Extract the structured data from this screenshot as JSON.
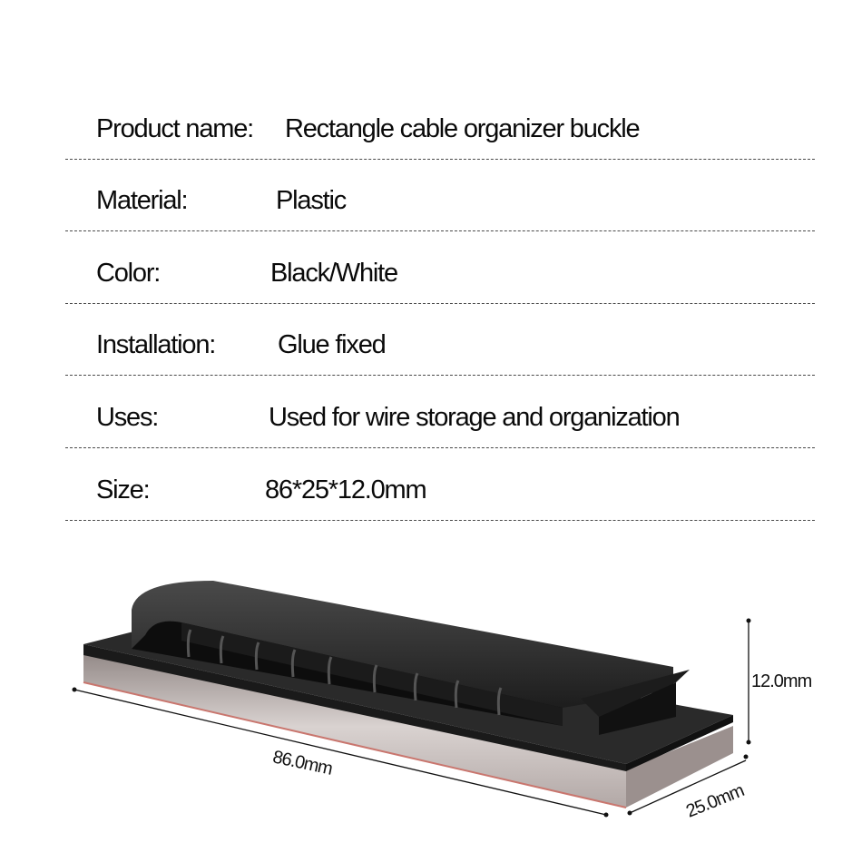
{
  "specs": [
    {
      "label": "Product name:",
      "value": "Rectangle cable organizer buckle",
      "value_x": 242
    },
    {
      "label": "Material:",
      "value": "Plastic",
      "value_x": 232
    },
    {
      "label": "Color:",
      "value": "Black/White",
      "value_x": 226
    },
    {
      "label": "Installation:",
      "value": "Glue fixed",
      "value_x": 234
    },
    {
      "label": "Uses:",
      "value": "Used for wire storage and organization",
      "value_x": 224
    },
    {
      "label": "Size:",
      "value": "86*25*12.0mm",
      "value_x": 220
    }
  ],
  "dimensions": {
    "length": "86.0mm",
    "width": "25.0mm",
    "height": "12.0mm"
  },
  "colors": {
    "product_top": "#2b2b2b",
    "product_dark": "#111111",
    "base_pad": "#b9aeac",
    "adhesive_edge": "#c9766e"
  }
}
